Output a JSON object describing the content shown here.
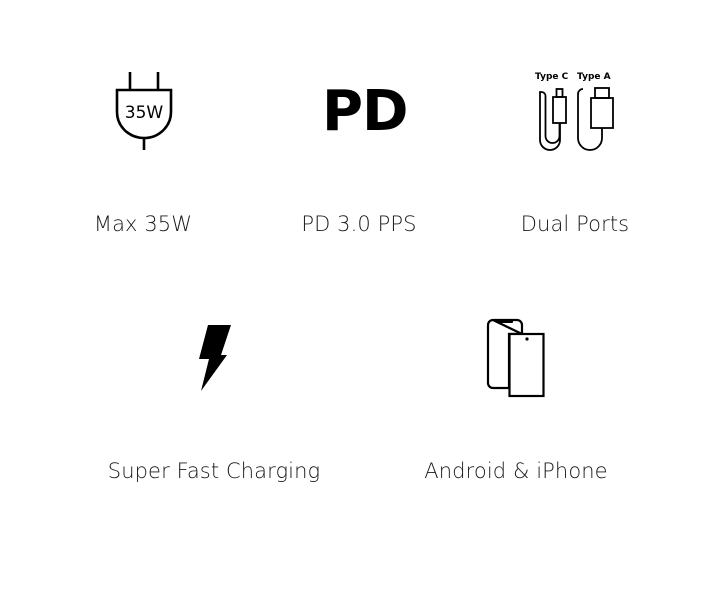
{
  "features": [
    {
      "id": "max-35w",
      "label": "Max 35W",
      "icon": "plug-icon",
      "icon_text": "35W"
    },
    {
      "id": "pd-pps",
      "label": "PD 3.0 PPS",
      "icon": "pd-logo-icon",
      "icon_text": "PD"
    },
    {
      "id": "dual-ports",
      "label": "Dual Ports",
      "icon": "usb-cables-icon",
      "icon_labels": [
        "Type C",
        "Type A"
      ]
    },
    {
      "id": "super-fast-charging",
      "label": "Super Fast Charging",
      "icon": "lightning-bolt-icon"
    },
    {
      "id": "android-iphone",
      "label": "Android & iPhone",
      "icon": "phones-icon"
    }
  ],
  "colors": {
    "background": "#ffffff",
    "icon": "#000000",
    "text": "#1a1a1a"
  }
}
